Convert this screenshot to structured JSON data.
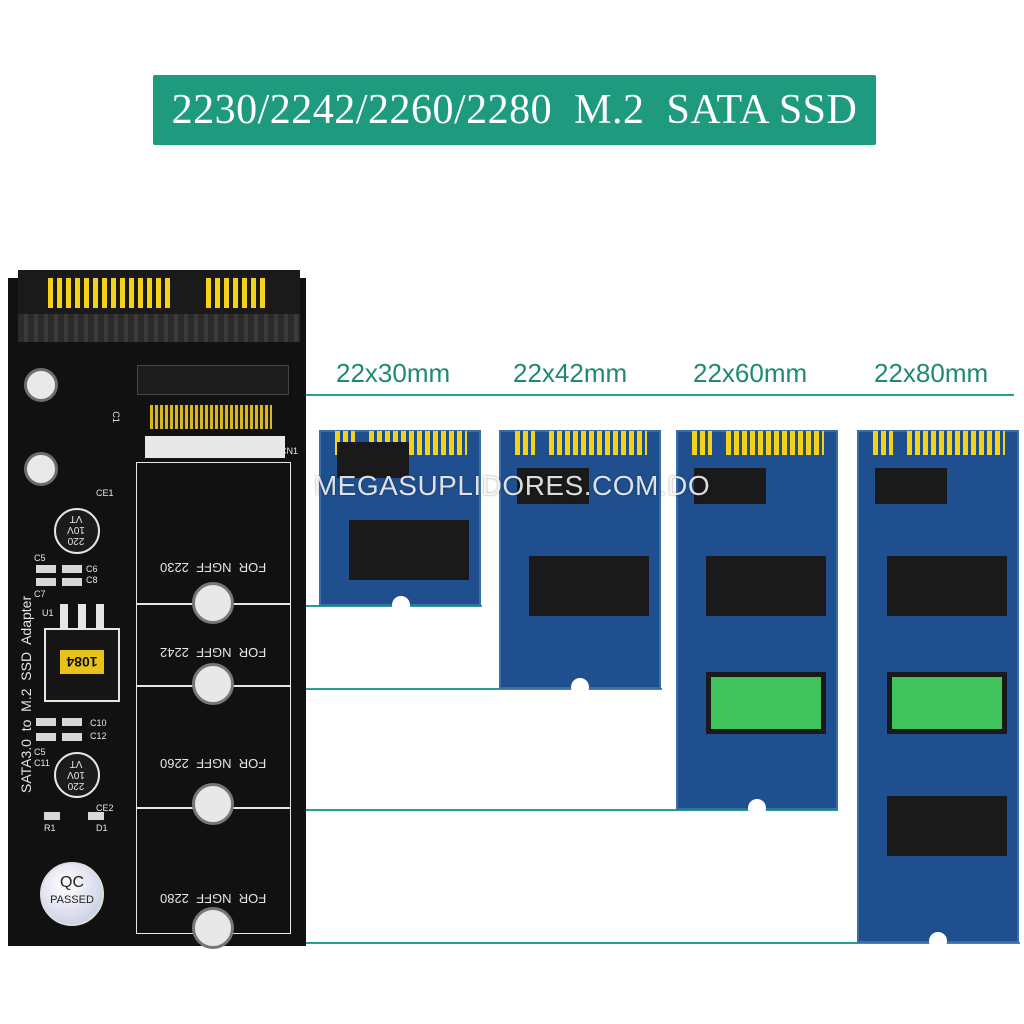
{
  "banner": {
    "title": "2230/2242/2260/2280  M.2  SATA SSD"
  },
  "sizes": [
    "22x30mm",
    "22x42mm",
    "22x60mm",
    "22x80mm"
  ],
  "adapter": {
    "title": "SATA3.0  to  M.2  SSD  Adapter",
    "slots": [
      "FOR  NGFF  2230",
      "FOR  NGFF  2242",
      "FOR  NGFF  2260",
      "FOR  NGFF  2280"
    ],
    "chip": "1084",
    "cap_text": "220\n10V\nVT",
    "qc_line1": "QC",
    "qc_line2": "PASSED",
    "silkscreen": [
      "C1",
      "CE1",
      "C5",
      "C6",
      "C8",
      "C7",
      "U1",
      "C10",
      "C12",
      "C5",
      "C11",
      "CE2",
      "R1",
      "D1",
      "CN1"
    ]
  },
  "watermark": "MEGASUPLIDORES.COM.DO",
  "colors": {
    "banner": "#1e9a7e",
    "pcb_adapter": "#111112",
    "pcb_ssd": "#1f4f8f",
    "gold": "#f2d31a"
  }
}
